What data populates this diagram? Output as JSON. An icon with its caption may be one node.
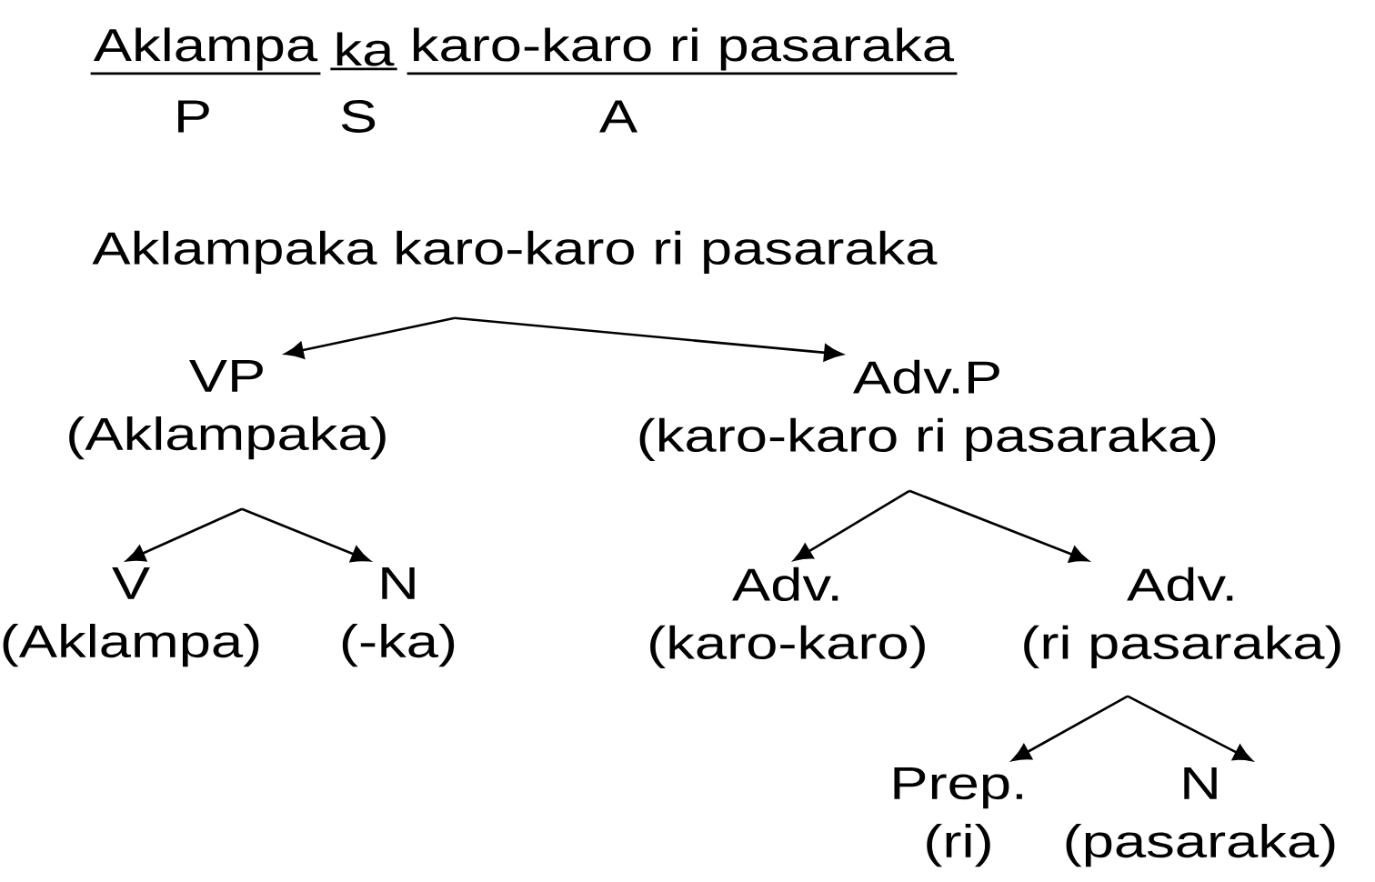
{
  "diagram": {
    "nodes": [
      {
        "text": [
          "Aklampaka karo-karo ri pasaraka"
        ]
      },
      {
        "text": [
          "VP",
          "(Aklampaka)"
        ]
      },
      {
        "text": [
          "Adv.P",
          "(karo-karo ri pasaraka)"
        ]
      },
      {
        "text": [
          "V",
          "(Aklampa)"
        ]
      },
      {
        "text": [
          "N",
          "(-ka)"
        ]
      },
      {
        "text": [
          "Adv.",
          "(karo-karo)"
        ]
      },
      {
        "text": [
          "Adv.",
          "(ri pasaraka)"
        ]
      },
      {
        "text": [
          "Prep.",
          "(ri)"
        ]
      },
      {
        "text": [
          "N",
          "(pasaraka)"
        ]
      }
    ],
    "edges": [
      {
        "from": 0,
        "to": 1,
        "arrow": "to"
      },
      {
        "from": 0,
        "to": 2,
        "arrow": "to"
      },
      {
        "from": 1,
        "to": 3,
        "arrow": "to"
      },
      {
        "from": 1,
        "to": 4,
        "arrow": "to"
      },
      {
        "from": 2,
        "to": 5,
        "arrow": "to"
      },
      {
        "from": 2,
        "to": 6,
        "arrow": "to"
      },
      {
        "from": 6,
        "to": 7,
        "arrow": "to"
      },
      {
        "from": 6,
        "to": 8,
        "arrow": "to"
      }
    ],
    "labels": [
      "Aklampa",
      "ka",
      "karo-karo ri pasaraka",
      "P",
      "S",
      "A"
    ]
  }
}
